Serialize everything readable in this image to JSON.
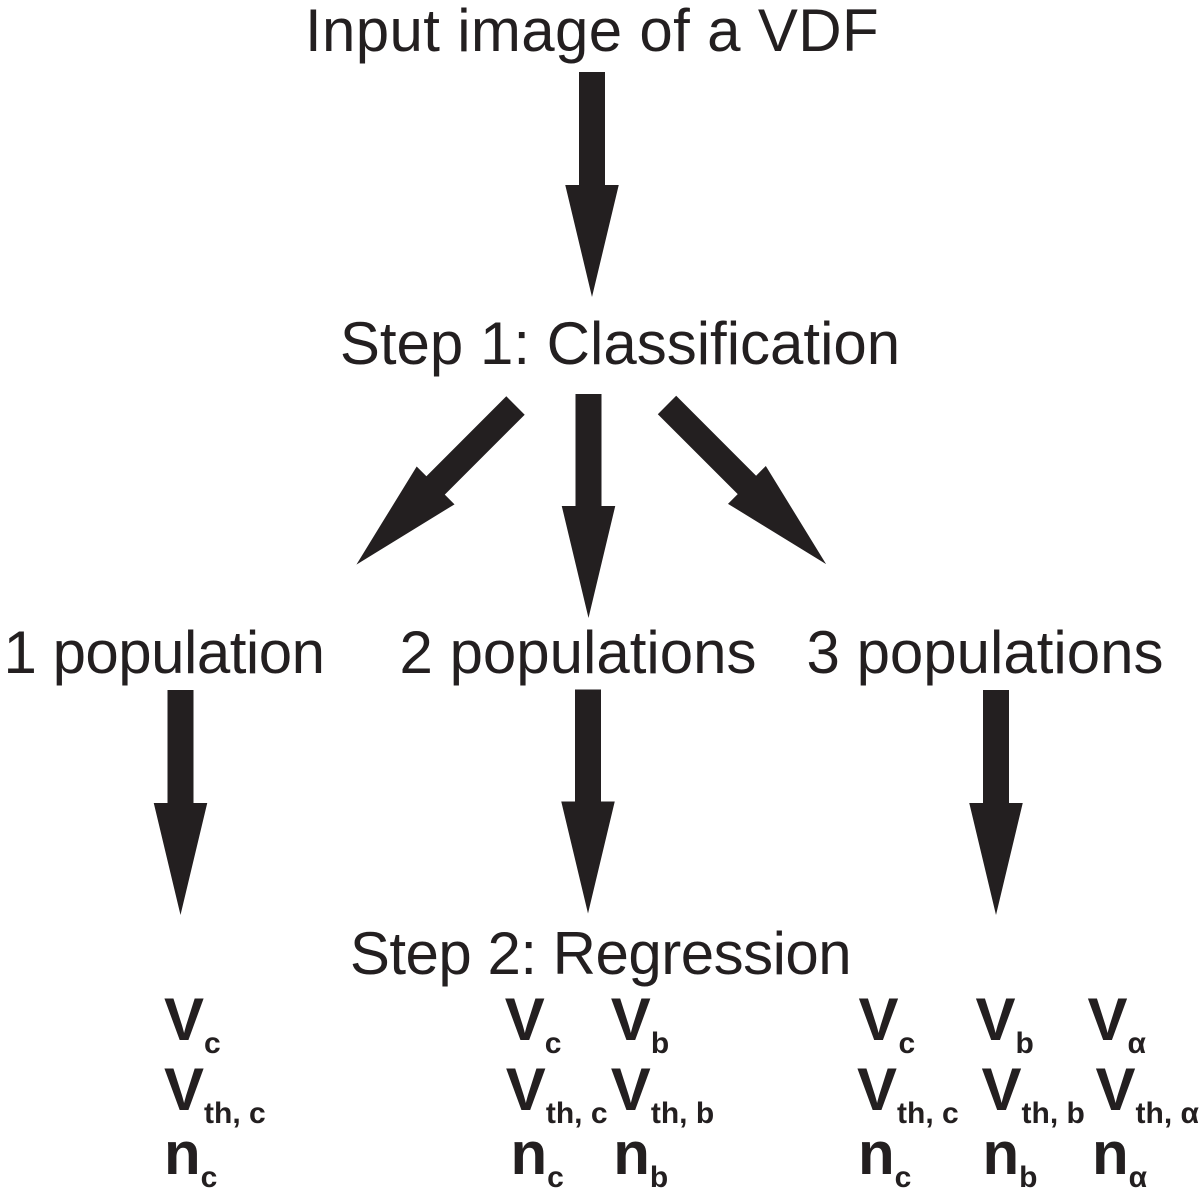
{
  "figure": {
    "background": "#ffffff",
    "ink_color": "#231f20"
  },
  "nodes": {
    "input": "Input image of a VDF",
    "step1": "Step 1: Classification",
    "branch1": "1 population",
    "branch2": "2 populations",
    "branch3": "3 populations",
    "step2": "Step 2: Regression"
  },
  "parameters": {
    "groups": [
      {
        "id": "one-population",
        "cells": [
          {
            "base": "V",
            "sub": "c"
          },
          {
            "base": "V",
            "sub": "th, c"
          },
          {
            "base": "n",
            "sub": "c"
          }
        ]
      },
      {
        "id": "two-populations",
        "cells": [
          {
            "base": "V",
            "sub": "c"
          },
          {
            "base": "V",
            "sub": "b"
          },
          {
            "base": "V",
            "sub": "th, c"
          },
          {
            "base": "V",
            "sub": "th, b"
          },
          {
            "base": "n",
            "sub": "c"
          },
          {
            "base": "n",
            "sub": "b"
          }
        ]
      },
      {
        "id": "three-populations",
        "cells": [
          {
            "base": "V",
            "sub": "c"
          },
          {
            "base": "V",
            "sub": "b"
          },
          {
            "base": "V",
            "sub": "α"
          },
          {
            "base": "V",
            "sub": "th, c"
          },
          {
            "base": "V",
            "sub": "th, b"
          },
          {
            "base": "V",
            "sub": "th, α"
          },
          {
            "base": "n",
            "sub": "c"
          },
          {
            "base": "n",
            "sub": "b"
          },
          {
            "base": "n",
            "sub": "α"
          }
        ]
      }
    ]
  }
}
